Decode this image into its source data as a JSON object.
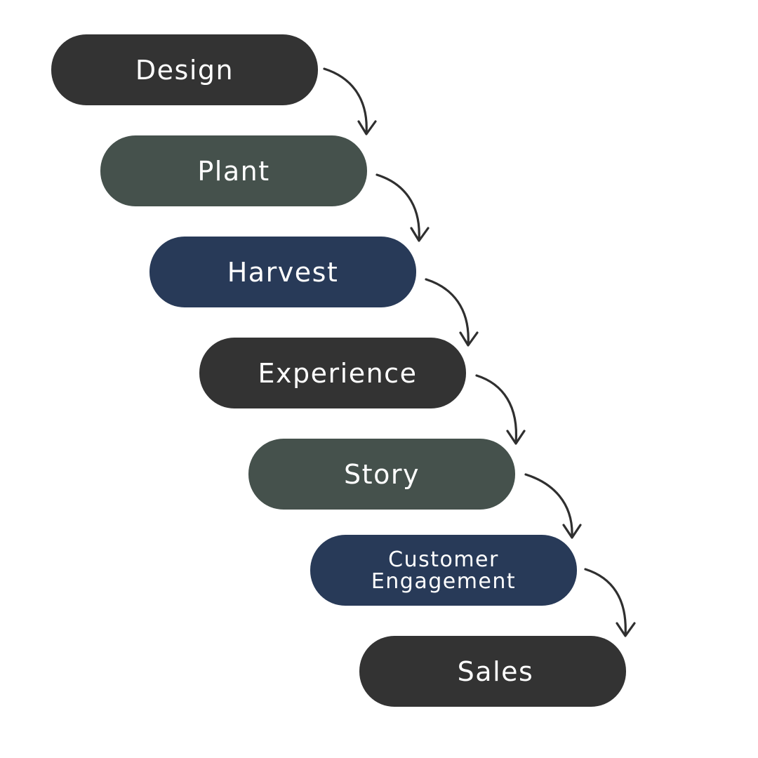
{
  "steps": [
    {
      "label": "Design",
      "color": "#333333"
    },
    {
      "label": "Plant",
      "color": "#45514c"
    },
    {
      "label": "Harvest",
      "color": "#283a58"
    },
    {
      "label": "Experience",
      "color": "#333333"
    },
    {
      "label": "Story",
      "color": "#45514c"
    },
    {
      "label": "Customer Engagement",
      "color": "#283a58"
    },
    {
      "label": "Sales",
      "color": "#333333"
    }
  ],
  "connector": {
    "icon": "curved-arrow-icon",
    "color": "#2f2f2f"
  }
}
